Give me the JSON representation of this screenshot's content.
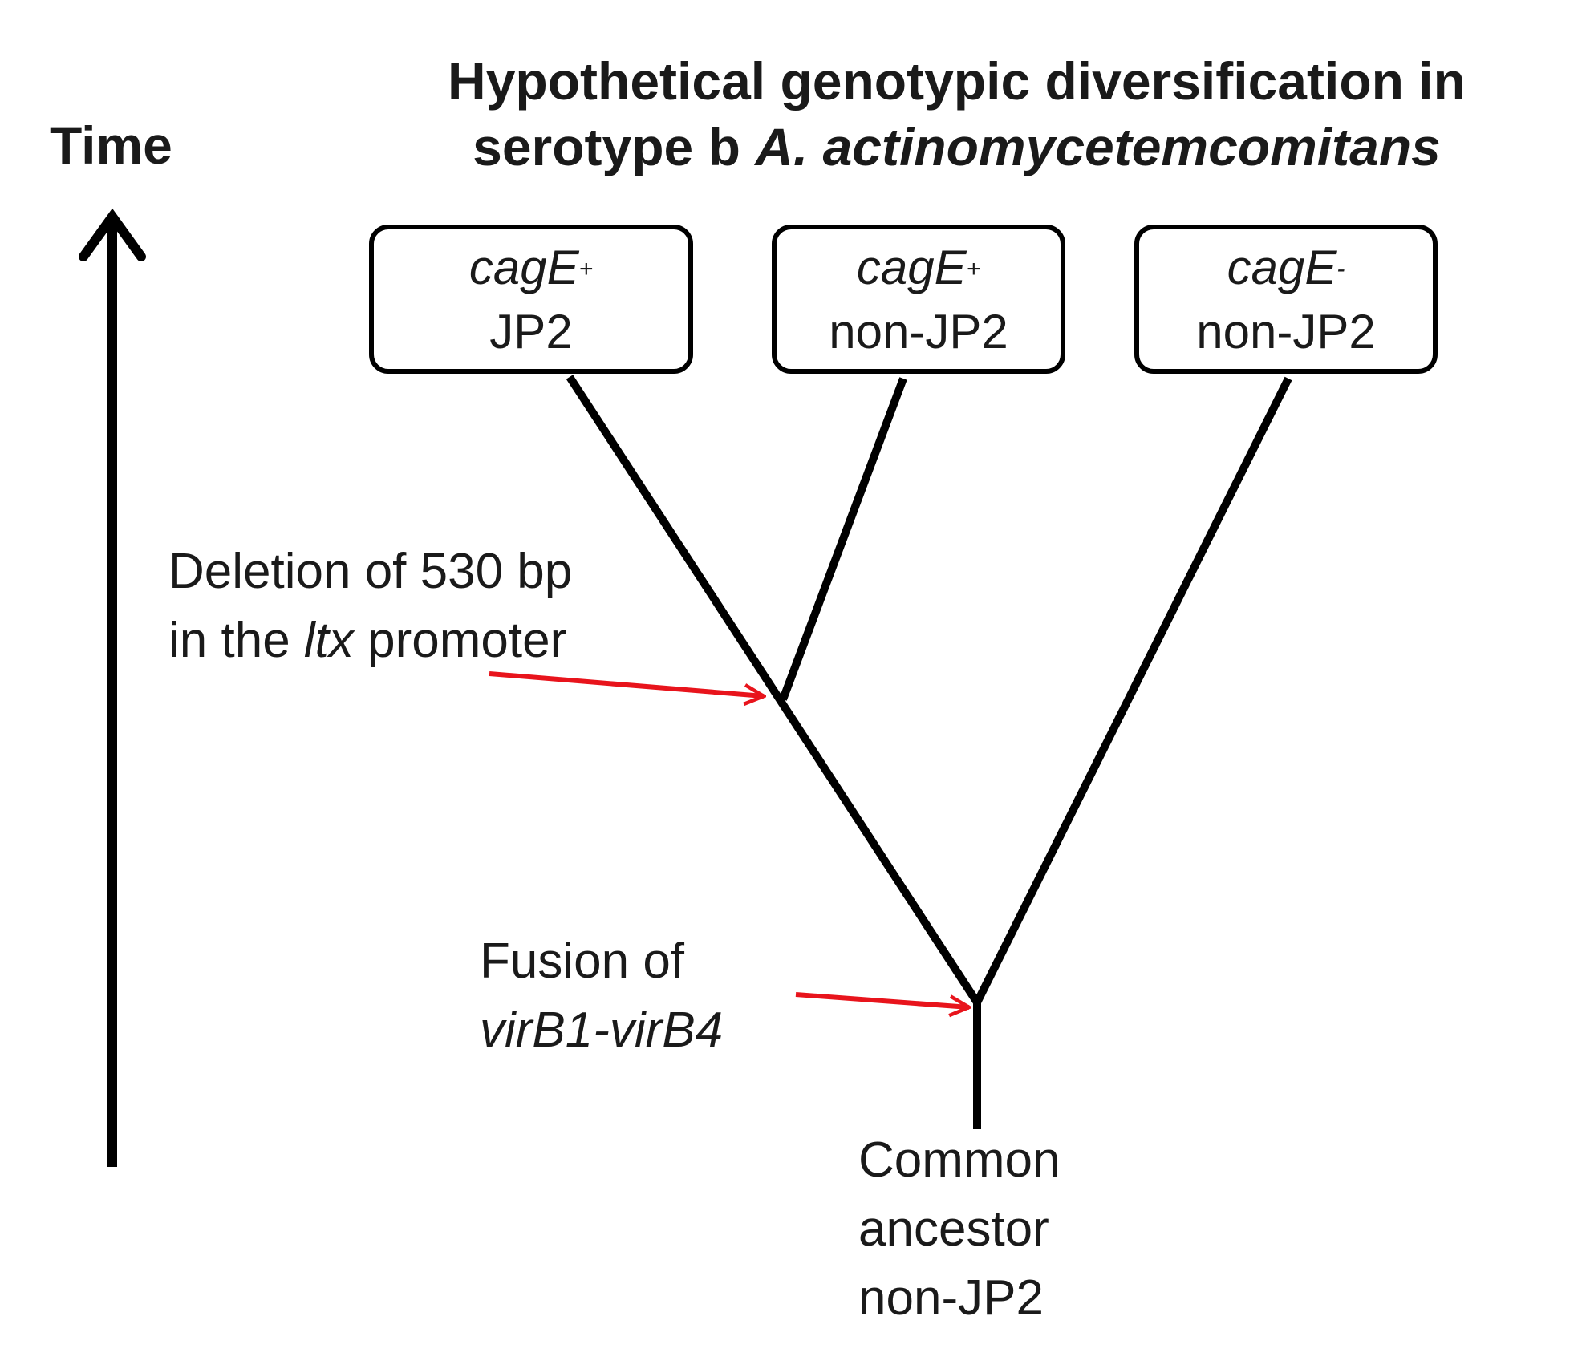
{
  "title": {
    "line1": "Hypothetical genotypic diversification in",
    "line2_prefix": "serotype b ",
    "line2_species": "A. actinomycetemcomitans"
  },
  "time_axis": {
    "label": "Time"
  },
  "genotypes": [
    {
      "gene": "cagE",
      "sign": "+",
      "type": "JP2"
    },
    {
      "gene": "cagE",
      "sign": "+",
      "type": "non-JP2"
    },
    {
      "gene": "cagE",
      "sign": "-",
      "type": "non-JP2"
    }
  ],
  "events": {
    "deletion": {
      "line1": "Deletion of 530 bp",
      "line2_pre": "in the ",
      "line2_gene": "ltx",
      "line2_post": " promoter"
    },
    "fusion": {
      "line1": "Fusion of",
      "line2_gene": "virB1-virB4"
    }
  },
  "ancestor": {
    "line1": "Common",
    "line2": "ancestor",
    "line3": "non-JP2"
  },
  "colors": {
    "lines": "#000000",
    "event_arrows": "#e8141c",
    "text": "#1a1a1a"
  }
}
